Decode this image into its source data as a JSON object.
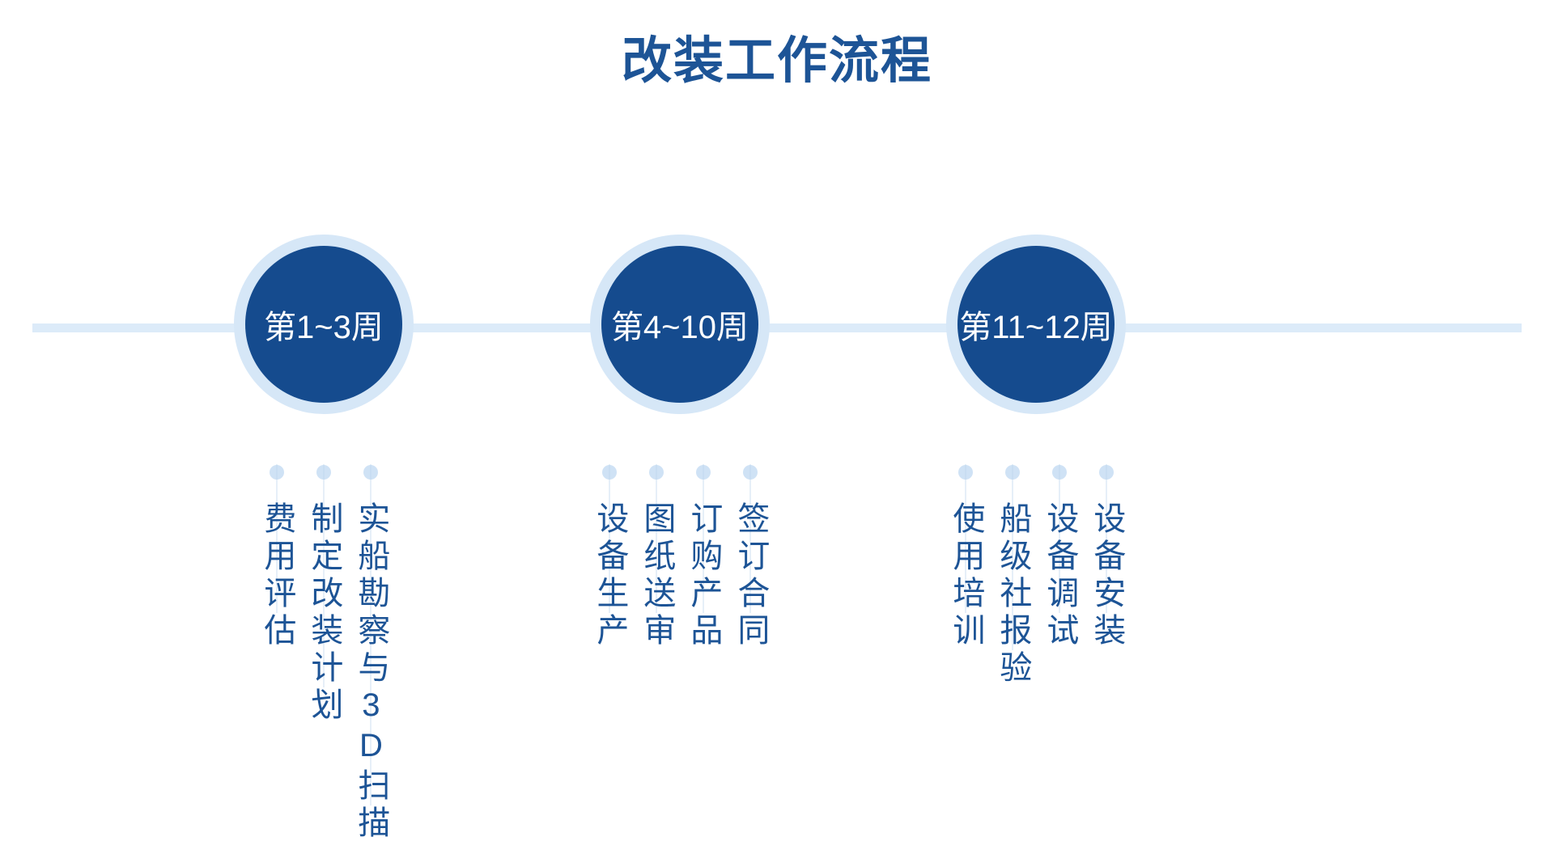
{
  "page": {
    "title": "改装工作流程",
    "background_color": "#ffffff",
    "accent_dark_blue": "#154b8e",
    "accent_text_blue": "#1d5496",
    "accent_light_blue": "#d6e7f7",
    "timeline_color": "#dcebf9",
    "dot_color": "#cfe2f5"
  },
  "timeline": {
    "name": "timeline-bar"
  },
  "stages": [
    {
      "id": "stage-1",
      "period": "第1~3周",
      "dot_count": 3,
      "tasks": [
        "实船勘察与3D扫描",
        "制定改装计划",
        "费用评估"
      ]
    },
    {
      "id": "stage-2",
      "period": "第4~10周",
      "dot_count": 4,
      "tasks": [
        "签订合同",
        "订购产品",
        "图纸送审",
        "设备生产"
      ]
    },
    {
      "id": "stage-3",
      "period": "第11~12周",
      "dot_count": 4,
      "tasks": [
        "设备安装",
        "设备调试",
        "船级社报验",
        "使用培训"
      ]
    }
  ]
}
